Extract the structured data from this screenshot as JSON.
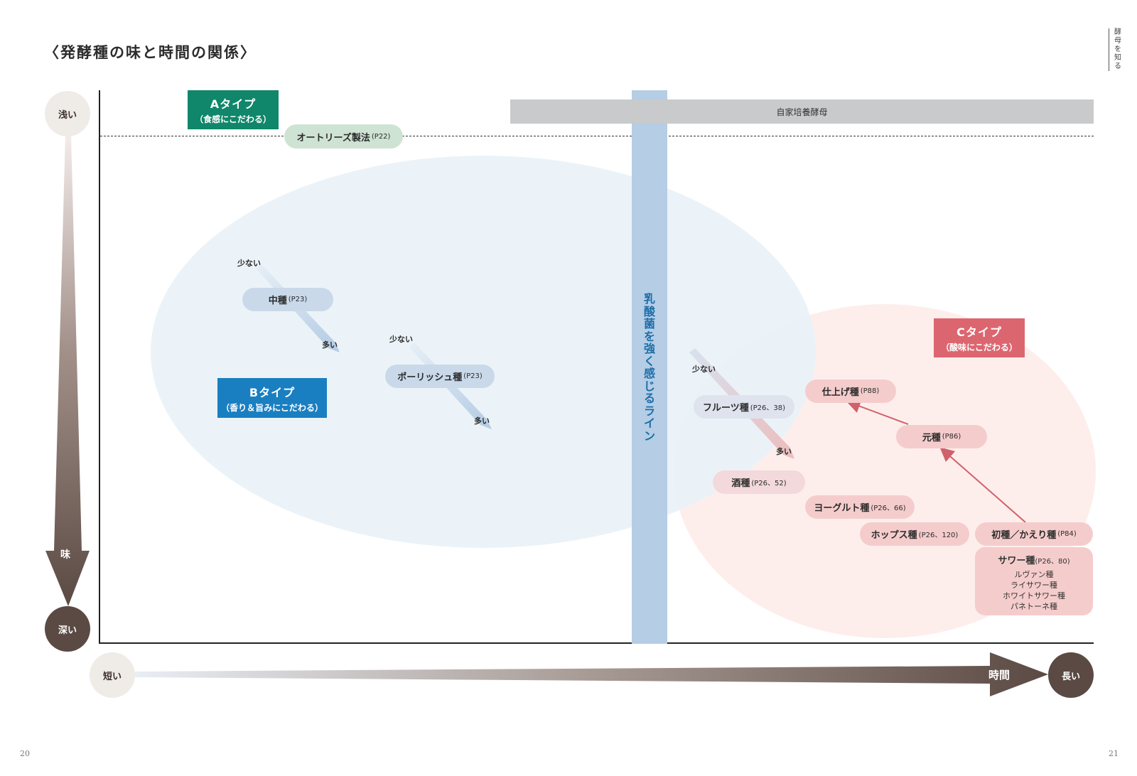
{
  "title": "〈発酵種の味と時間の関係〉",
  "side_tab": [
    "酵",
    "母",
    "を",
    "知",
    "る"
  ],
  "page_left": "20",
  "page_right": "21",
  "y_axis": {
    "top_label": "浅い",
    "bottom_label": "深い",
    "name": "味"
  },
  "x_axis": {
    "left_label": "短い",
    "right_label": "長い",
    "name": "時間"
  },
  "bands": {
    "homemade_yeast": "自家培養酵母",
    "lactic_line": [
      "乳",
      "酸",
      "菌",
      "を",
      "強",
      "く",
      "感",
      "じ",
      "る",
      "ラ",
      "イ",
      "ン"
    ]
  },
  "types": {
    "a": {
      "title": "Aタイプ",
      "sub": "（食感にこだわる）",
      "color": "#10866a"
    },
    "b": {
      "title": "Bタイプ",
      "sub": "（香り＆旨みにこだわる）",
      "color": "#1a7fc1"
    },
    "c": {
      "title": "Cタイプ",
      "sub": "（酸味にこだわる）",
      "color": "#dc6670"
    }
  },
  "methods": {
    "autolyse": {
      "name": "オートリーズ製法",
      "ref": "(P22)"
    },
    "nakadane": {
      "name": "中種",
      "ref": "(P23)"
    },
    "poolish": {
      "name": "ポーリッシュ種",
      "ref": "(P23)"
    },
    "fruit": {
      "name": "フルーツ種",
      "ref": "(P26、38)"
    },
    "sake": {
      "name": "酒種",
      "ref": "(P26、52)"
    },
    "yogurt": {
      "name": "ヨーグルト種",
      "ref": "(P26、66)"
    },
    "hops": {
      "name": "ホップス種",
      "ref": "(P26、120)"
    },
    "shiage": {
      "name": "仕上げ種",
      "ref": "(P88)"
    },
    "motodane": {
      "name": "元種",
      "ref": "(P86)"
    },
    "hatsudane": {
      "name": "初種／かえり種",
      "ref": "(P84)"
    },
    "sour": {
      "name": "サワー種",
      "ref": "(P26、80)",
      "variants": [
        "ルヴァン種",
        "ライサワー種",
        "ホワイトサワー種",
        "パネトーネ種"
      ]
    }
  },
  "amount": {
    "few": "少ない",
    "many": "多い"
  },
  "colors": {
    "blue_region": "#eaf2f8",
    "pink_region": "#fdeeec",
    "dark_brown": "#5b4a43",
    "arrow_red": "#d0606a"
  }
}
